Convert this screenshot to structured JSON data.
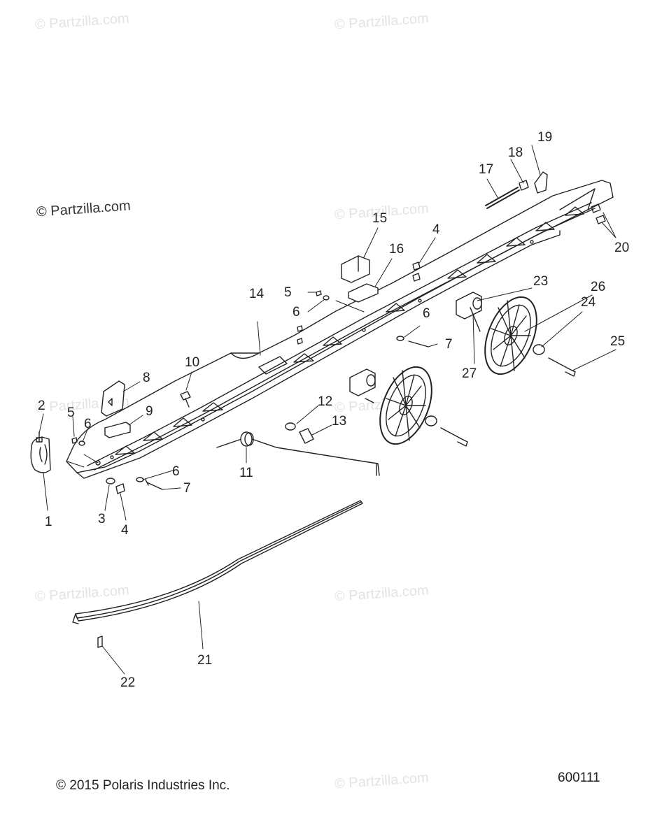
{
  "watermark": "© Partzilla.com",
  "copyright": "© 2015 Polaris Industries Inc.",
  "diagram_id": "600111",
  "callouts": [
    "1",
    "2",
    "3",
    "4",
    "5",
    "6",
    "7",
    "8",
    "9",
    "10",
    "11",
    "12",
    "13",
    "14",
    "15",
    "16",
    "17",
    "18",
    "19",
    "20",
    "21",
    "22",
    "23",
    "24",
    "25",
    "26",
    "27",
    "4",
    "5",
    "6",
    "6",
    "7",
    "6",
    "7",
    "6"
  ]
}
